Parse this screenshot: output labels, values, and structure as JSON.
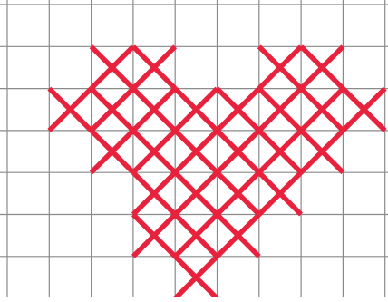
{
  "grid": {
    "line_color": "#8a8a8a",
    "background": "#ffffff",
    "columns": 9,
    "rows": 7
  },
  "stitch_color": "#e8223d",
  "stitched_cells": [
    [
      1,
      2
    ],
    [
      1,
      3
    ],
    [
      1,
      6
    ],
    [
      1,
      7
    ],
    [
      2,
      1
    ],
    [
      2,
      2
    ],
    [
      2,
      3
    ],
    [
      2,
      4
    ],
    [
      2,
      5
    ],
    [
      2,
      6
    ],
    [
      2,
      7
    ],
    [
      2,
      8
    ],
    [
      3,
      2
    ],
    [
      3,
      3
    ],
    [
      3,
      4
    ],
    [
      3,
      5
    ],
    [
      3,
      6
    ],
    [
      3,
      7
    ],
    [
      4,
      3
    ],
    [
      4,
      4
    ],
    [
      4,
      5
    ],
    [
      4,
      6
    ],
    [
      5,
      3
    ],
    [
      5,
      4
    ],
    [
      5,
      5
    ],
    [
      6,
      4
    ]
  ]
}
